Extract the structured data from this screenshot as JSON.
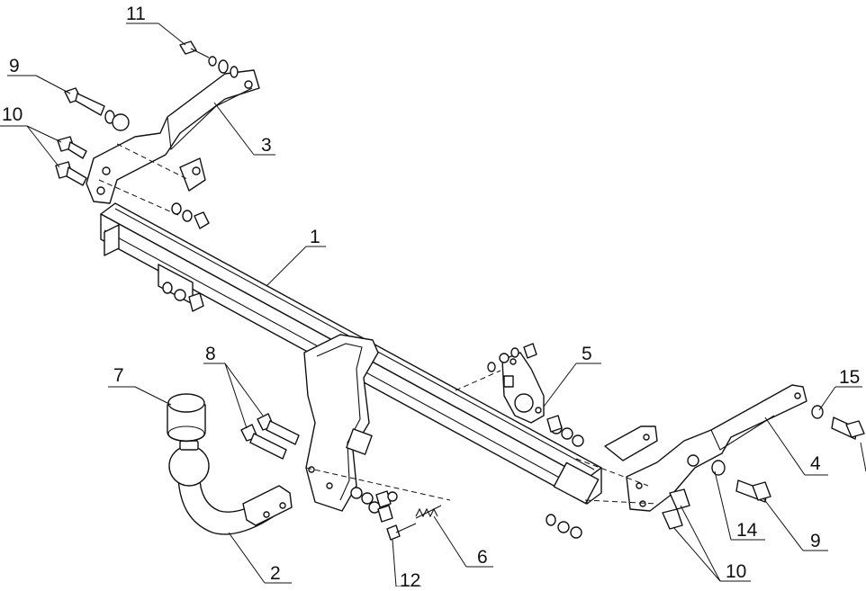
{
  "callouts": {
    "c1": "1",
    "c2": "2",
    "c3": "3",
    "c4": "4",
    "c5": "5",
    "c6": "6",
    "c7": "7",
    "c8": "8",
    "c9a": "9",
    "c9b": "9",
    "c10a": "10",
    "c10b": "10",
    "c11": "11",
    "c12": "12",
    "c14": "14",
    "c15": "15"
  }
}
